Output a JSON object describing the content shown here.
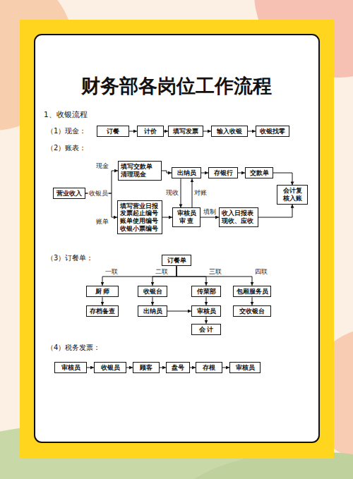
{
  "diagram": {
    "title": "财务部各岗位工作流程",
    "nodes": [
      {
        "text": [
          "订餐"
        ]
      },
      {
        "text": [
          "计价"
        ]
      },
      {
        "text": [
          "填写发票"
        ]
      },
      {
        "text": [
          "输入收银"
        ]
      },
      {
        "text": [
          "收银找零"
        ]
      },
      {
        "text": [
          "营业收入"
        ]
      },
      {
        "text": [
          "填写交款单 清理现金"
        ]
      },
      {
        "text": [
          "出纳员"
        ]
      },
      {
        "text": [
          "存银行"
        ]
      },
      {
        "text": [
          "交款单"
        ]
      },
      {
        "text": [
          "会计复 核入账"
        ]
      },
      {
        "text": [
          "填写营业日报 发票起止编号 账单使用编号 收银小票编号"
        ]
      },
      {
        "text": [
          "审核员 审 查"
        ]
      },
      {
        "text": [
          "收入日报表 现收、应收"
        ]
      },
      {
        "text": [
          "订餐单"
        ]
      },
      {
        "text": [
          "厨 师"
        ]
      },
      {
        "text": [
          "收银台"
        ]
      },
      {
        "text": [
          "传菜部"
        ]
      },
      {
        "text": [
          "包厢服务员"
        ]
      },
      {
        "text": [
          "存档备查"
        ]
      },
      {
        "text": [
          "出纳员"
        ]
      },
      {
        "text": [
          "审核员"
        ]
      },
      {
        "text": [
          "交收银台"
        ]
      },
      {
        "text": [
          "会 计"
        ]
      },
      {
        "text": [
          "审核员"
        ]
      },
      {
        "text": [
          "收银员"
        ]
      },
      {
        "text": [
          "顾客"
        ]
      },
      {
        "text": [
          "盘号"
        ]
      },
      {
        "text": [
          "存根"
        ]
      },
      {
        "text": [
          "审核员"
        ]
      }
    ],
    "edges": [
      {
        "from": 0,
        "to": 1,
        "arrow": "to"
      },
      {
        "from": 1,
        "to": 2,
        "arrow": "to"
      },
      {
        "from": 2,
        "to": 3,
        "arrow": "to"
      },
      {
        "from": 3,
        "to": 4,
        "arrow": "to"
      },
      {
        "from": 5,
        "to": 6,
        "label": "现金",
        "arrow": "to"
      },
      {
        "from": 5,
        "to": 11,
        "label": "账单",
        "arrow": "to"
      },
      {
        "from": 6,
        "to": 7,
        "arrow": "to"
      },
      {
        "from": 7,
        "to": 8,
        "arrow": "to"
      },
      {
        "from": 8,
        "to": 9,
        "arrow": "to"
      },
      {
        "from": 9,
        "to": 10,
        "arrow": "to"
      },
      {
        "from": 11,
        "to": 12,
        "arrow": "to"
      },
      {
        "from": 7,
        "to": 12,
        "label": "现收",
        "arrow": "to"
      },
      {
        "from": 12,
        "to": 7,
        "label": "对账",
        "arrow": "to"
      },
      {
        "from": 12,
        "to": 13,
        "label": "填制",
        "arrow": "to"
      },
      {
        "from": 13,
        "to": 10,
        "arrow": "to"
      },
      {
        "from": 14,
        "to": 15,
        "label": "一联",
        "arrow": "to"
      },
      {
        "from": 14,
        "to": 16,
        "label": "二联",
        "arrow": "to"
      },
      {
        "from": 14,
        "to": 17,
        "label": "三联",
        "arrow": "to"
      },
      {
        "from": 14,
        "to": 18,
        "label": "四联",
        "arrow": "to"
      },
      {
        "from": 15,
        "to": 19,
        "arrow": "to"
      },
      {
        "from": 16,
        "to": 20,
        "arrow": "to"
      },
      {
        "from": 17,
        "to": 21,
        "arrow": "to"
      },
      {
        "from": 18,
        "to": 22,
        "arrow": "to"
      },
      {
        "from": 20,
        "to": 21,
        "arrow": "to"
      },
      {
        "from": 21,
        "to": 23,
        "arrow": "to"
      },
      {
        "from": 24,
        "to": 25,
        "arrow": "to"
      },
      {
        "from": 25,
        "to": 26,
        "arrow": "to"
      },
      {
        "from": 26,
        "to": 27,
        "arrow": "to"
      },
      {
        "from": 27,
        "to": 28,
        "arrow": "to"
      },
      {
        "from": 28,
        "to": 29,
        "arrow": "to"
      }
    ],
    "labels": [
      "1、收银流程",
      "（1）现金：",
      "（2）账表：",
      "收银员",
      "（3）订餐单：",
      "（4）税务发票："
    ]
  }
}
